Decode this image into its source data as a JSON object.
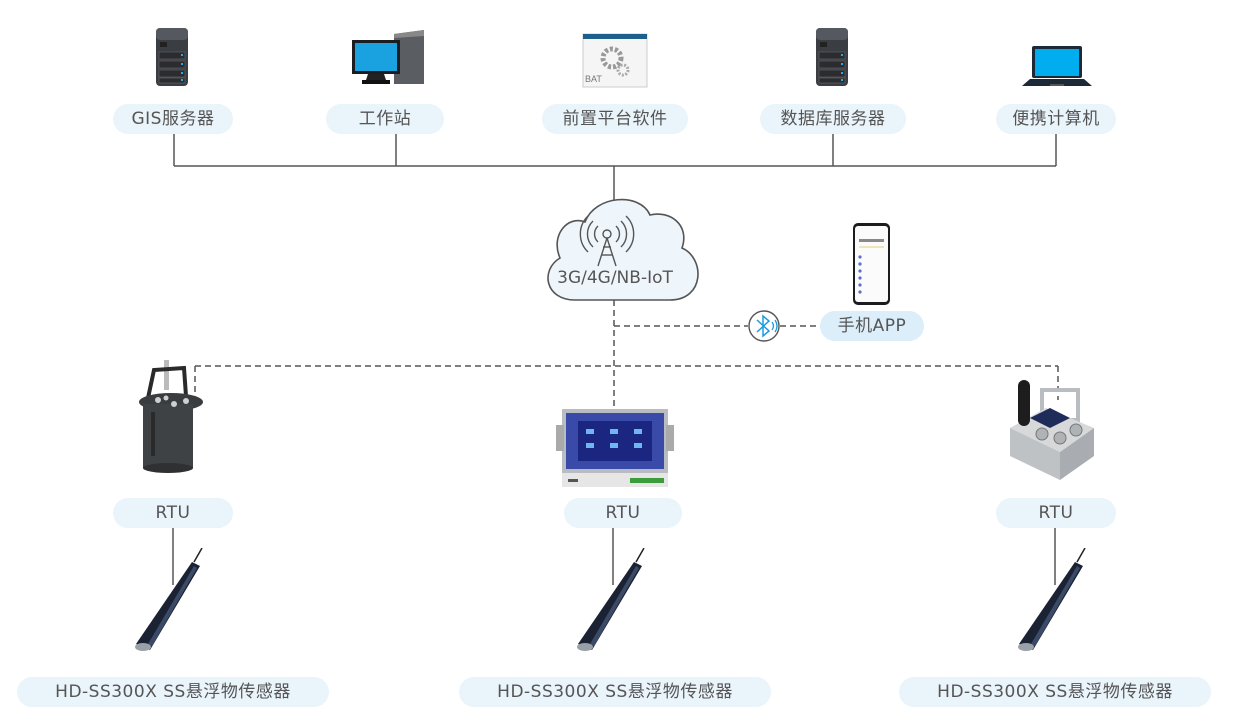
{
  "top_nodes": [
    {
      "label": "GIS服务器",
      "icon": "server-icon"
    },
    {
      "label": "工作站",
      "icon": "desktop-computer-icon"
    },
    {
      "label": "前置平台软件",
      "icon": "bat-software-icon",
      "icon_text": "BAT"
    },
    {
      "label": "数据库服务器",
      "icon": "server-icon"
    },
    {
      "label": "便携计算机",
      "icon": "laptop-icon"
    }
  ],
  "network": {
    "label": "3G/4G/NB-IoT",
    "icon": "cell-tower-cloud-icon"
  },
  "mobile": {
    "label": "手机APP",
    "icon": "smartphone-icon",
    "link_icon": "bluetooth-icon"
  },
  "rtus": [
    {
      "label": "RTU",
      "icon": "cylindrical-rtu-icon"
    },
    {
      "label": "RTU",
      "icon": "touchscreen-rtu-icon"
    },
    {
      "label": "RTU",
      "icon": "compact-rtu-icon"
    }
  ],
  "sensors": [
    {
      "label": "HD-SS300X SS悬浮物传感器",
      "icon": "probe-sensor-icon"
    },
    {
      "label": "HD-SS300X SS悬浮物传感器",
      "icon": "probe-sensor-icon"
    },
    {
      "label": "HD-SS300X SS悬浮物传感器",
      "icon": "probe-sensor-icon"
    }
  ],
  "colors": {
    "line": "#555555",
    "pill_bg": "#eaf4fb",
    "text": "#555555",
    "bluetooth": "#1e9be0"
  }
}
